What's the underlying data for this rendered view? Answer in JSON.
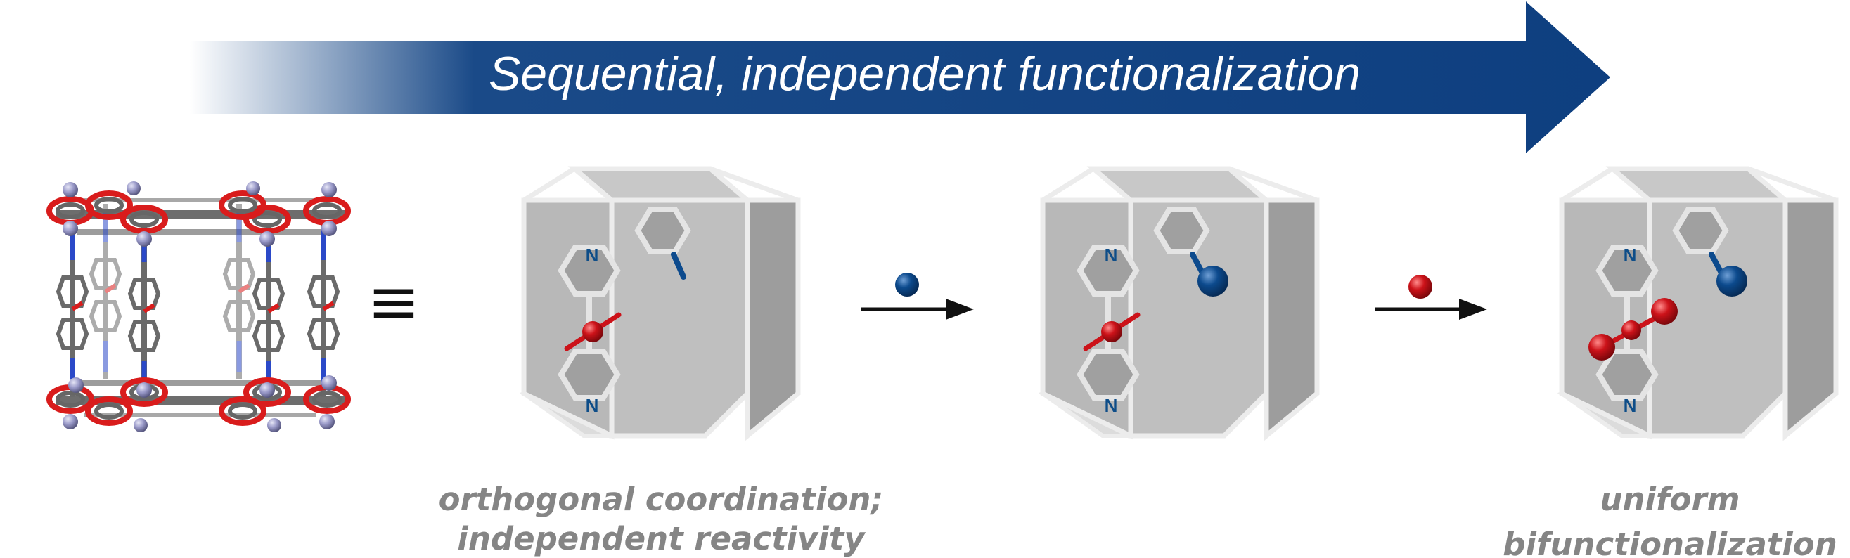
{
  "banner": {
    "title": "Sequential, independent functionalization"
  },
  "symbols": {
    "equivalent": "≡"
  },
  "cage_labels": {
    "nitrogen": "N"
  },
  "captions": {
    "left_line1": "orthogonal coordination;",
    "left_line2": "independent reactivity",
    "right_line1": "uniform",
    "right_line2": "bifunctionalization"
  },
  "colors": {
    "banner_blue": "#0e3f80",
    "reagent_blue": "#0c4a8d",
    "reagent_red": "#cc1219",
    "cage_face": "#a9a9a9",
    "cage_edge": "#ececec",
    "caption_grey": "#858585"
  }
}
